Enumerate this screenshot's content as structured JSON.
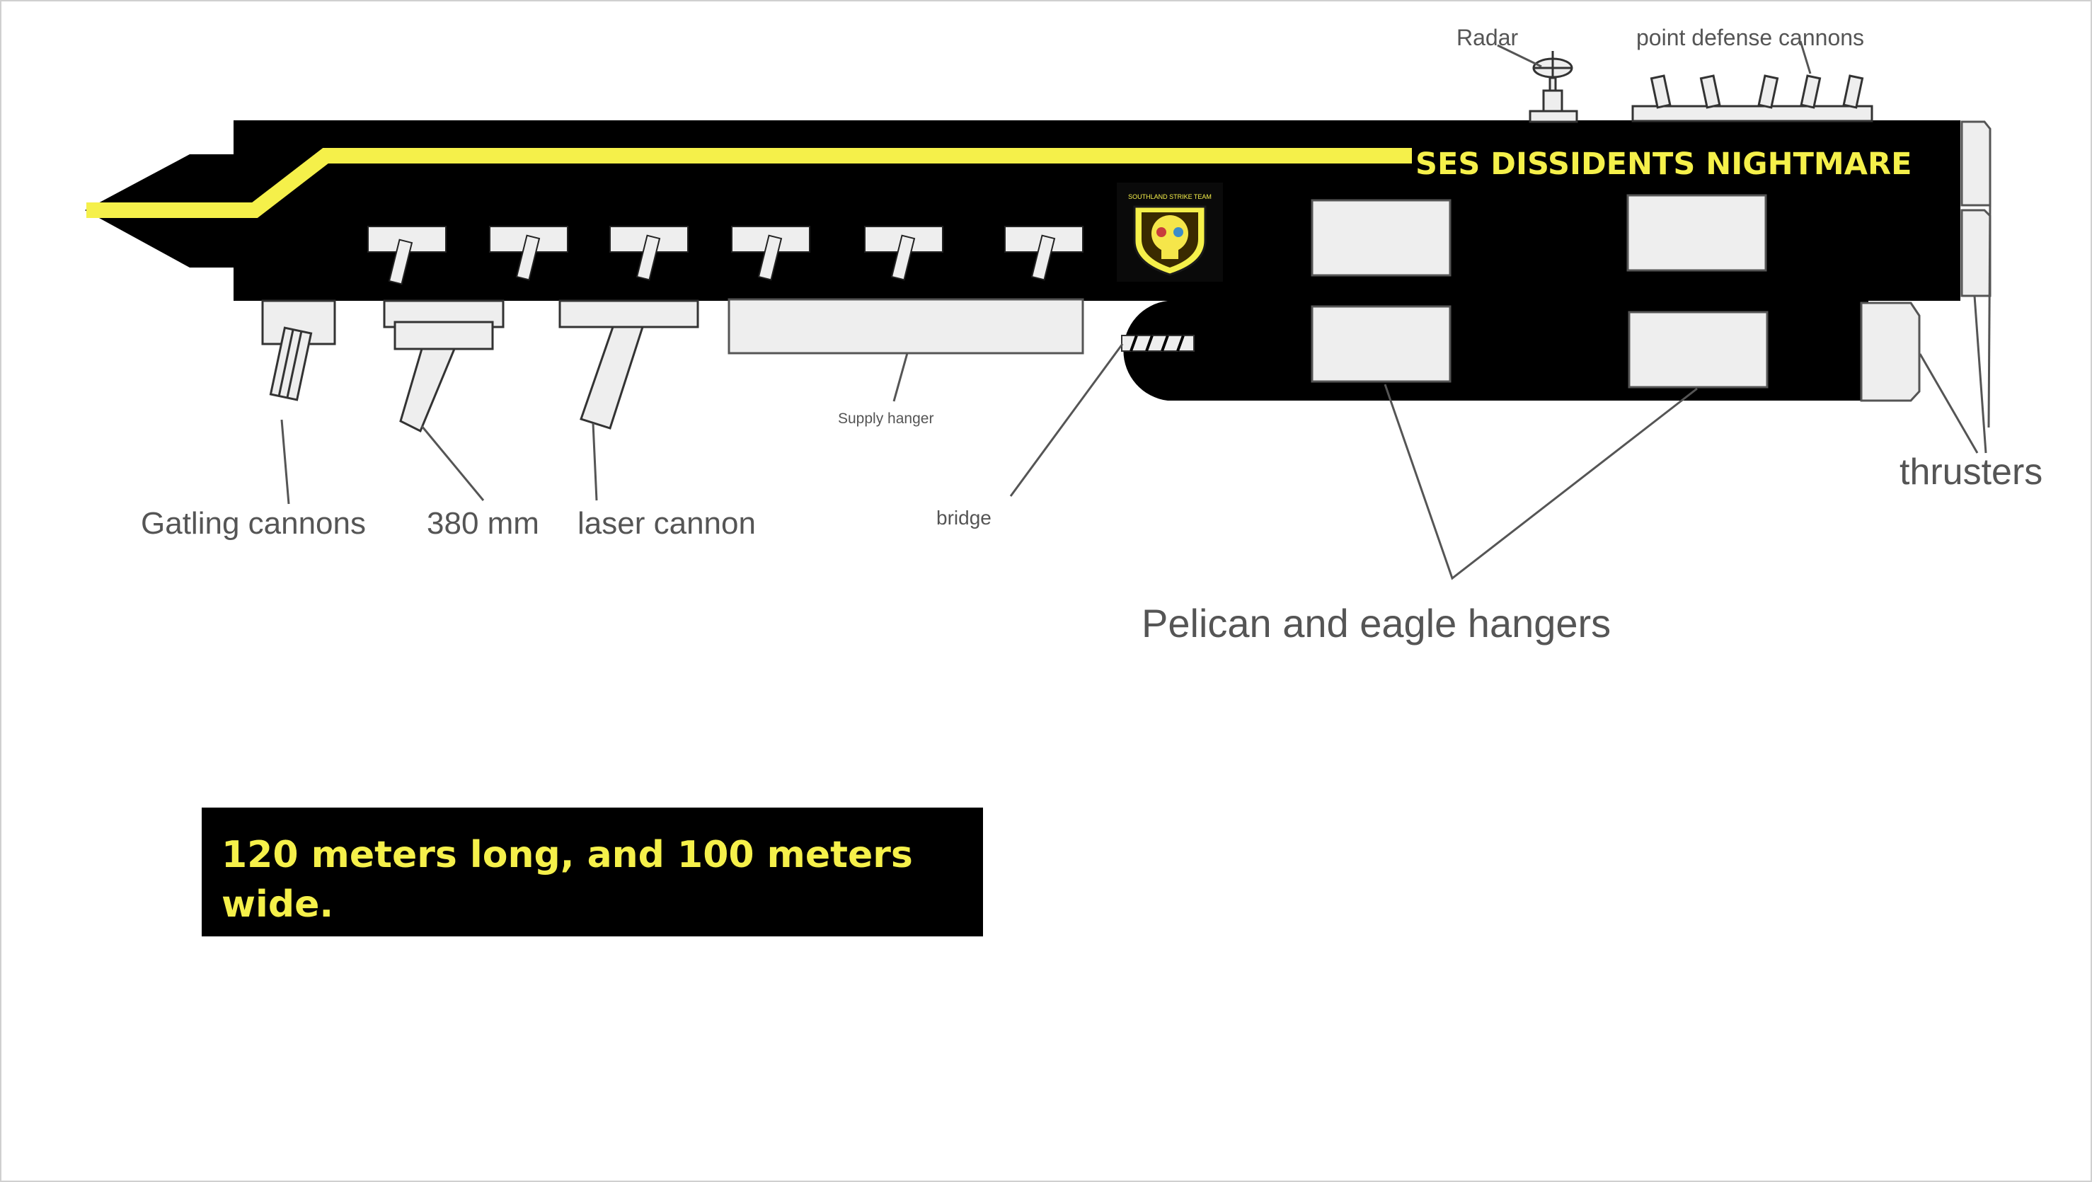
{
  "ship": {
    "name": "SES DISSIDENTS NIGHTMARE",
    "emblem_text": "SOUTHLAND STRIKE TEAM"
  },
  "labels": {
    "radar": "Radar",
    "point_defense": "point defense cannons",
    "gatling": "Gatling cannons",
    "mm380": "380 mm",
    "laser": "laser cannon",
    "supply": "Supply hanger",
    "bridge": "bridge",
    "hangers": "Pelican and eagle hangers",
    "thrusters": "thrusters"
  },
  "caption": {
    "text": "120 meters long, and 100 meters wide."
  },
  "colors": {
    "hull": "#000000",
    "stripe": "#f5f04a",
    "panel": "#eeeeee",
    "label": "#555555"
  }
}
